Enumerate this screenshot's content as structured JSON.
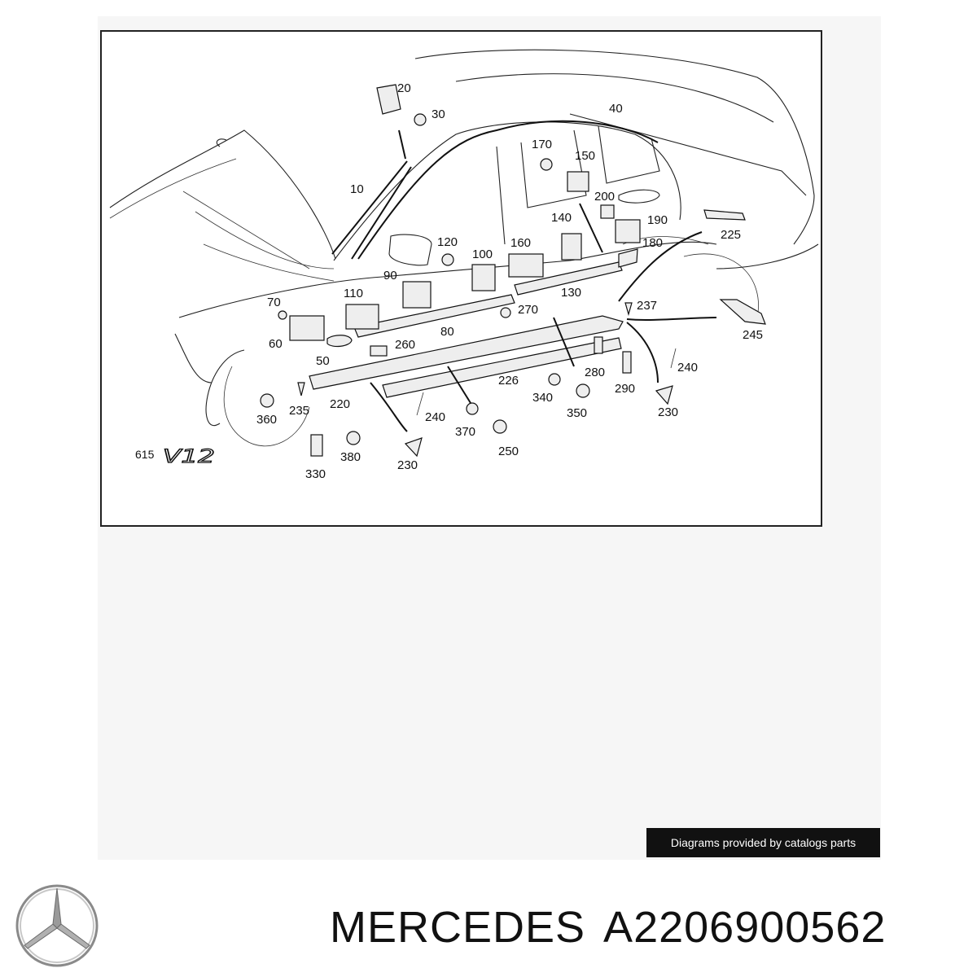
{
  "diagram": {
    "model_code": "615",
    "model_badge": "V12",
    "part_labels": [
      {
        "id": "p20",
        "text": "20"
      },
      {
        "id": "p30",
        "text": "30"
      },
      {
        "id": "p40",
        "text": "40"
      },
      {
        "id": "p10",
        "text": "10"
      },
      {
        "id": "p170",
        "text": "170"
      },
      {
        "id": "p150",
        "text": "150"
      },
      {
        "id": "p200",
        "text": "200"
      },
      {
        "id": "p190",
        "text": "190"
      },
      {
        "id": "p180",
        "text": "180"
      },
      {
        "id": "p225",
        "text": "225"
      },
      {
        "id": "p140",
        "text": "140"
      },
      {
        "id": "p120",
        "text": "120"
      },
      {
        "id": "p100",
        "text": "100"
      },
      {
        "id": "p160",
        "text": "160"
      },
      {
        "id": "p90",
        "text": "90"
      },
      {
        "id": "p130",
        "text": "130"
      },
      {
        "id": "p237",
        "text": "237"
      },
      {
        "id": "p70",
        "text": "70"
      },
      {
        "id": "p110",
        "text": "110"
      },
      {
        "id": "p270",
        "text": "270"
      },
      {
        "id": "p245",
        "text": "245"
      },
      {
        "id": "p60",
        "text": "60"
      },
      {
        "id": "p80",
        "text": "80"
      },
      {
        "id": "p260",
        "text": "260"
      },
      {
        "id": "p50",
        "text": "50"
      },
      {
        "id": "p280",
        "text": "280"
      },
      {
        "id": "p240a",
        "text": "240"
      },
      {
        "id": "p226",
        "text": "226"
      },
      {
        "id": "p340",
        "text": "340"
      },
      {
        "id": "p290",
        "text": "290"
      },
      {
        "id": "p350",
        "text": "350"
      },
      {
        "id": "p230a",
        "text": "230"
      },
      {
        "id": "p235",
        "text": "235"
      },
      {
        "id": "p220",
        "text": "220"
      },
      {
        "id": "p360",
        "text": "360"
      },
      {
        "id": "p240b",
        "text": "240"
      },
      {
        "id": "p370",
        "text": "370"
      },
      {
        "id": "p250",
        "text": "250"
      },
      {
        "id": "p380",
        "text": "380"
      },
      {
        "id": "p330",
        "text": "330"
      },
      {
        "id": "p230b",
        "text": "230"
      }
    ]
  },
  "credit": "Diagrams provided by catalogs parts",
  "footer": {
    "brand": "MERCEDES",
    "part_number": "A2206900562"
  },
  "colors": {
    "frame": "#222222",
    "credit_bg": "#111111",
    "text": "#111111"
  },
  "icons": {
    "brand_logo": "mercedes-star-icon"
  }
}
